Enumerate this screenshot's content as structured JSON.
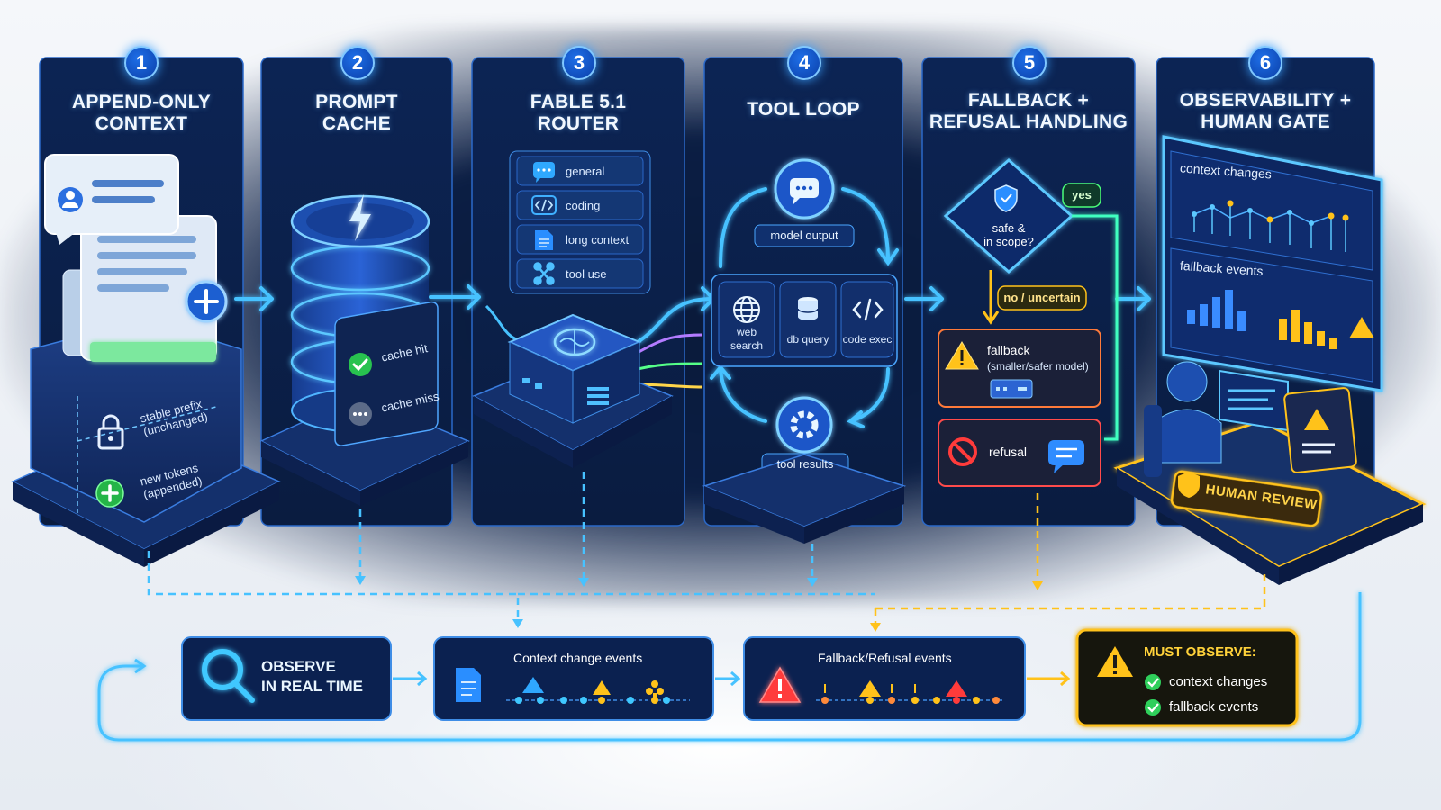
{
  "steps": [
    {
      "number": "1",
      "title_line1": "APPEND-ONLY",
      "title_line2": "CONTEXT"
    },
    {
      "number": "2",
      "title_line1": "PROMPT",
      "title_line2": "CACHE"
    },
    {
      "number": "3",
      "title_line1": "FABLE 5.1",
      "title_line2": "ROUTER"
    },
    {
      "number": "4",
      "title_line1": "TOOL LOOP",
      "title_line2": ""
    },
    {
      "number": "5",
      "title_line1": "FALLBACK +",
      "title_line2": "REFUSAL HANDLING"
    },
    {
      "number": "6",
      "title_line1": "OBSERVABILITY +",
      "title_line2": "HUMAN GATE"
    }
  ],
  "context": {
    "stable_prefix_line1": "stable prefix",
    "stable_prefix_line2": "(unchanged)",
    "new_tokens_line1": "new tokens",
    "new_tokens_line2": "(appended)"
  },
  "cache": {
    "hit": "cache hit",
    "miss": "cache miss"
  },
  "router": {
    "routes": [
      "general",
      "coding",
      "long context",
      "tool use"
    ]
  },
  "tool_loop": {
    "model_output": "model output",
    "tools": [
      "web search",
      "db query",
      "code exec"
    ],
    "tool_results": "tool results"
  },
  "fallback": {
    "decision_line1": "safe &",
    "decision_line2": "in scope?",
    "yes": "yes",
    "no": "no / uncertain",
    "fallback_title": "fallback",
    "fallback_sub": "(smaller/safer model)",
    "refusal": "refusal"
  },
  "observability": {
    "chart1": "context changes",
    "chart2": "fallback events",
    "human_review": "HUMAN REVIEW"
  },
  "bottom": {
    "observe_line1": "OBSERVE",
    "observe_line2": "IN REAL TIME",
    "context_events": "Context change events",
    "fallback_events": "Fallback/Refusal events",
    "must_observe": "MUST OBSERVE:",
    "must_items": [
      "context changes",
      "fallback events"
    ]
  },
  "colors": {
    "blue_glow": "#3fb6ff",
    "panel": "#0d2250",
    "yellow": "#ffc21a",
    "green": "#2fcf5b",
    "red": "#ff3b3b"
  }
}
